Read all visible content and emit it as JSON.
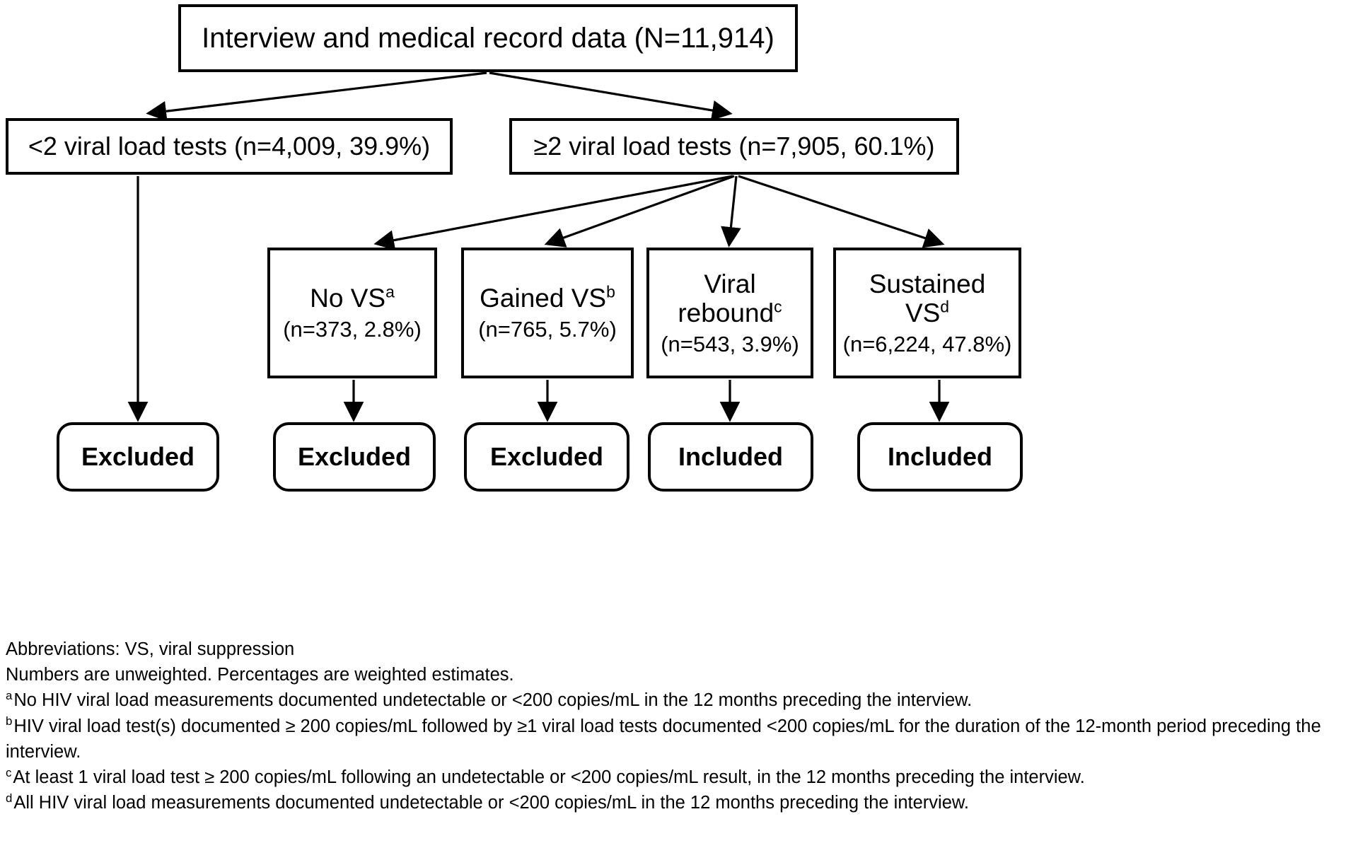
{
  "figure": {
    "type": "flowchart",
    "title_box": {
      "label": "Interview and medical record data (N=11,914)",
      "n_total": 11914
    },
    "level2": [
      {
        "id": "lt2",
        "label": "<2 viral load tests (n=4,009, 39.9%)",
        "n": 4009,
        "percent": 39.9
      },
      {
        "id": "gte2",
        "label": "≥2 viral load tests (n=7,905, 60.1%)",
        "n": 7905,
        "percent": 60.1
      }
    ],
    "categories": [
      {
        "id": "novs",
        "title": "No VS",
        "footnote_mark": "a",
        "counts": "(n=373, 2.8%)",
        "n": 373,
        "percent": 2.8,
        "outcome": "Excluded"
      },
      {
        "id": "gained",
        "title": "Gained VS",
        "footnote_mark": "b",
        "counts": "(n=765, 5.7%)",
        "n": 765,
        "percent": 5.7,
        "outcome": "Excluded"
      },
      {
        "id": "rebound",
        "title_line1": "Viral",
        "title_line2": "rebound",
        "footnote_mark": "c",
        "counts": "(n=543, 3.9%)",
        "n": 543,
        "percent": 3.9,
        "outcome": "Included"
      },
      {
        "id": "sustained",
        "title_line1": "Sustained",
        "title_line2": "VS",
        "footnote_mark": "d",
        "counts": "(n=6,224, 47.8%)",
        "n": 6224,
        "percent": 47.8,
        "outcome": "Included"
      }
    ],
    "outcomes": [
      {
        "id": "out-1",
        "label": "Excluded"
      },
      {
        "id": "out-2",
        "label": "Excluded"
      },
      {
        "id": "out-3",
        "label": "Excluded"
      },
      {
        "id": "out-4",
        "label": "Included"
      },
      {
        "id": "out-5",
        "label": "Included"
      }
    ],
    "footnotes": [
      {
        "mark": "",
        "text": "Abbreviations: VS, viral suppression"
      },
      {
        "mark": "",
        "text": "Numbers are unweighted. Percentages are weighted estimates."
      },
      {
        "mark": "a",
        "text": "No HIV viral load measurements documented undetectable or <200 copies/mL in the 12 months preceding the interview."
      },
      {
        "mark": "b",
        "text": "HIV viral load test(s) documented ≥ 200 copies/mL followed by ≥1 viral load tests documented <200 copies/mL for the duration of the 12-month period preceding the interview."
      },
      {
        "mark": "c",
        "text": "At least 1 viral load test ≥ 200 copies/mL following an undetectable or <200 copies/mL result, in the 12 months preceding the interview."
      },
      {
        "mark": "d",
        "text": "All HIV viral load measurements documented undetectable or <200 copies/mL in the 12 months preceding the interview."
      }
    ],
    "colors": {
      "stroke": "#000000",
      "background": "#ffffff",
      "text": "#000000"
    }
  }
}
